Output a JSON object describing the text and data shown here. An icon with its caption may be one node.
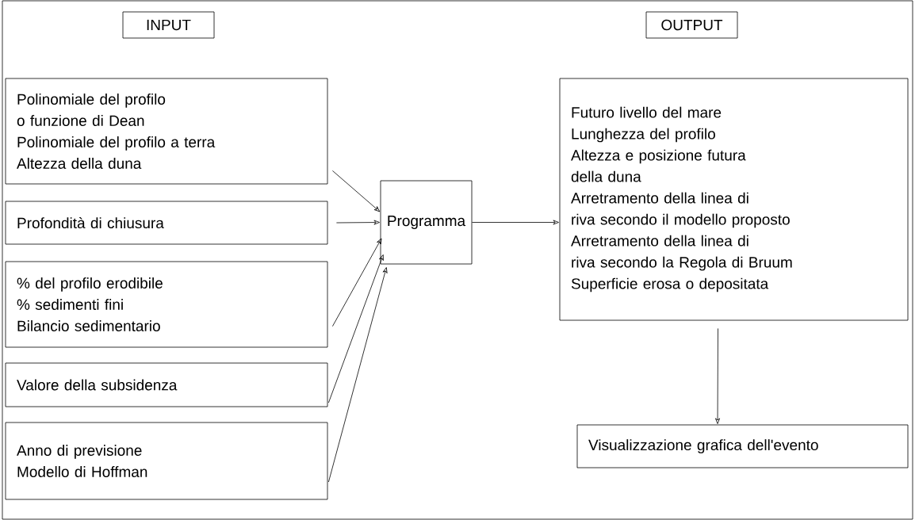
{
  "diagram": {
    "nodes": [
      {
        "text": [
          "INPUT"
        ]
      },
      {
        "text": [
          "OUTPUT"
        ]
      },
      {
        "text": [
          "Polinomiale del profilo o funzione di Dean",
          "Polinomiale del profilo a terra",
          "Altezza della duna"
        ]
      },
      {
        "text": [
          "Profondità di chiusura"
        ]
      },
      {
        "text": [
          "% del profilo erodibile",
          "% sedimenti fini",
          "Bilancio sedimentario"
        ]
      },
      {
        "text": [
          "Valore della subsidenza"
        ]
      },
      {
        "text": [
          "Anno di previsione",
          "Modello di Hoffman"
        ]
      },
      {
        "text": [
          "Programma"
        ]
      },
      {
        "text": [
          "Futuro livello del mare",
          "Lunghezza del profilo",
          "Altezza e posizione futura della duna",
          "Arretramento della linea di riva secondo il modello proposto",
          "Arretramento della linea di riva secondo la Regola di Bruum",
          "Superficie erosa o depositata"
        ]
      },
      {
        "text": [
          "Visualizzazione grafica dell'evento"
        ]
      }
    ],
    "edges": [
      {
        "from": 2,
        "to": 7,
        "arrow": "to"
      },
      {
        "from": 3,
        "to": 7,
        "arrow": "to"
      },
      {
        "from": 4,
        "to": 7,
        "arrow": "to"
      },
      {
        "from": 5,
        "to": 7,
        "arrow": "to"
      },
      {
        "from": 6,
        "to": 7,
        "arrow": "to"
      },
      {
        "from": 7,
        "to": 8,
        "arrow": "to"
      },
      {
        "from": 8,
        "to": 9,
        "arrow": "to"
      }
    ]
  }
}
